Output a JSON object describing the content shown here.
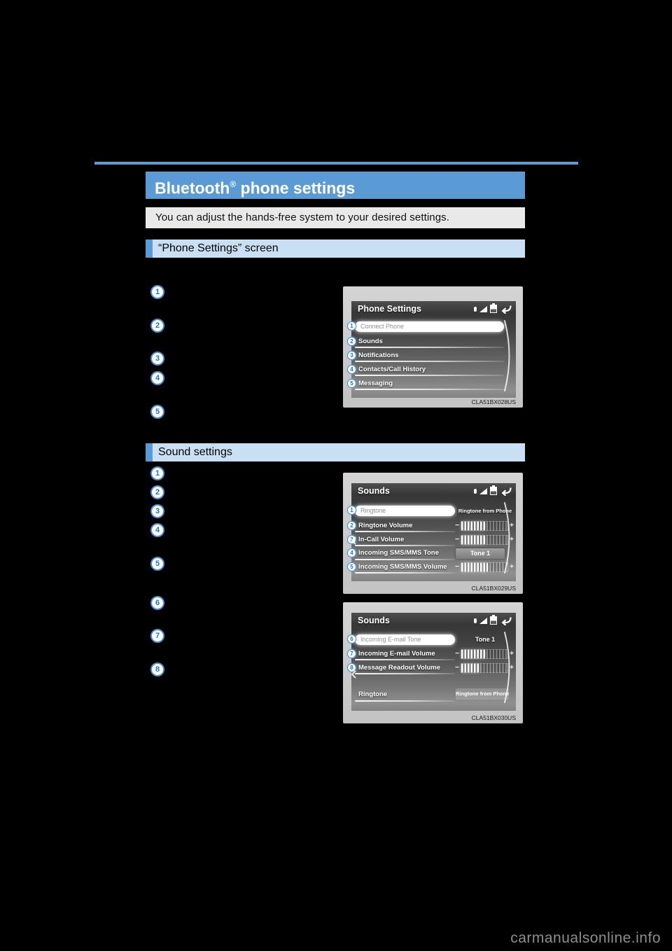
{
  "header": {
    "title_main": "Bluetooth",
    "title_sup": "®",
    "title_rest": " phone settings",
    "intro": "You can adjust the hands-free system to your desired settings.",
    "accent_color": "#5b9bd5"
  },
  "sections": {
    "phone_settings_label": "“Phone Settings” screen",
    "sound_settings_label": "Sound settings"
  },
  "callouts": {
    "phone": [
      "1",
      "2",
      "3",
      "4",
      "5"
    ],
    "sound": [
      "1",
      "2",
      "3",
      "4",
      "5",
      "6",
      "7",
      "8"
    ]
  },
  "icons": {
    "status": [
      "bluetooth-icon",
      "signal-strength-icon",
      "battery-icon",
      "return-arrow-icon"
    ]
  },
  "volume": {
    "minus": "−",
    "plus": "+"
  },
  "screen1": {
    "title": "Phone Settings",
    "caption": "CLA51BX028US",
    "rows": [
      {
        "num": "1",
        "label": "Connect Phone"
      },
      {
        "num": "2",
        "label": "Sounds"
      },
      {
        "num": "3",
        "label": "Notifications"
      },
      {
        "num": "4",
        "label": "Contacts/Call History"
      },
      {
        "num": "5",
        "label": "Messaging"
      }
    ]
  },
  "screen2": {
    "title": "Sounds",
    "caption": "CLA51BX029US",
    "rows": [
      {
        "num": "1",
        "label": "Ringtone",
        "value": "Ringtone from Phone"
      },
      {
        "num": "2",
        "label": "Ringtone Volume",
        "volume_percent": 52
      },
      {
        "num": "3",
        "label": "In-Call Volume",
        "volume_percent": 52
      },
      {
        "num": "4",
        "label": "Incoming SMS/MMS Tone",
        "value": "Tone 1"
      },
      {
        "num": "5",
        "label": "Incoming SMS/MMS Volume",
        "volume_percent": 58
      }
    ]
  },
  "screen3": {
    "title": "Sounds",
    "caption": "CLA51BX030US",
    "rows": [
      {
        "num": "6",
        "label": "Incoming E-mail Tone",
        "value": "Tone 1"
      },
      {
        "num": "7",
        "label": "Incoming E-mail Volume",
        "volume_percent": 52
      },
      {
        "num": "8",
        "label": "Message Readout Volume",
        "volume_percent": 40
      }
    ],
    "bottom_row": {
      "label": "Ringtone",
      "value": "Ringtone from Phone"
    }
  },
  "watermark": "carmanualsonline.info"
}
